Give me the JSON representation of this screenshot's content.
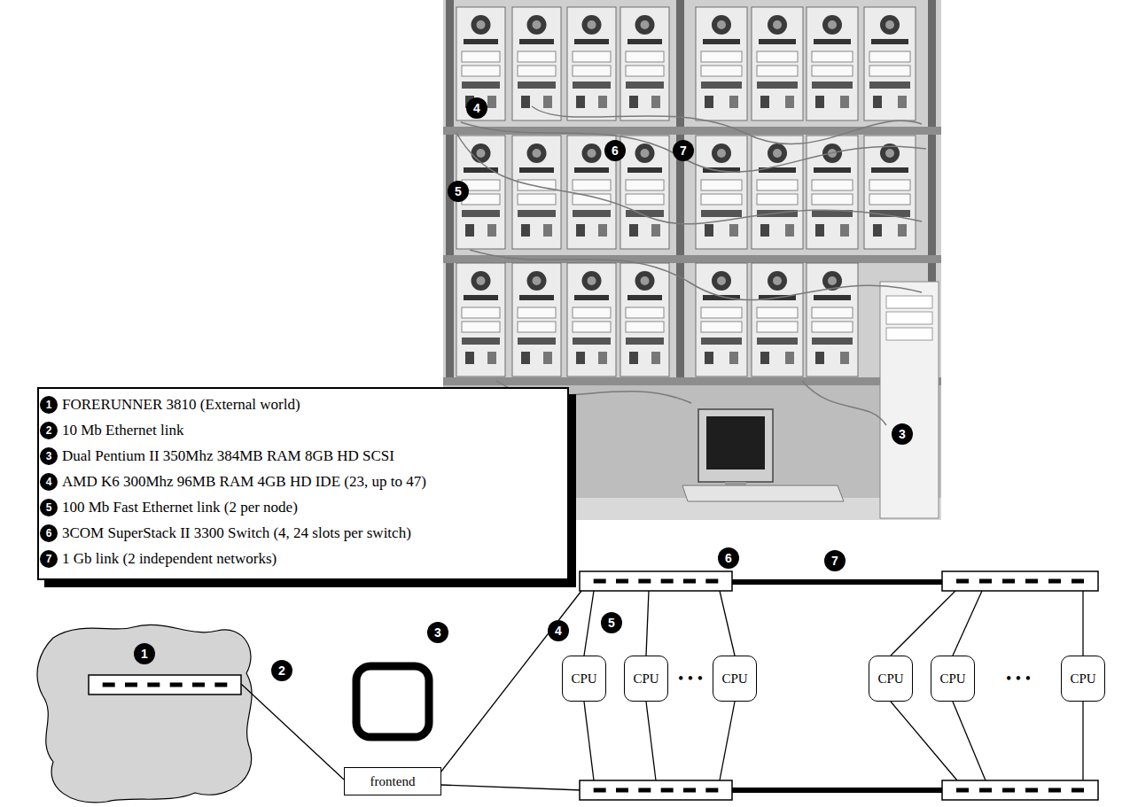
{
  "diagram": {
    "nodes": [
      {
        "text": [
          "frontend"
        ]
      },
      {
        "text": [
          "CPU"
        ]
      },
      {
        "text": [
          "CPU"
        ]
      },
      {
        "text": [
          "CPU"
        ]
      },
      {
        "text": [
          "CPU"
        ]
      },
      {
        "text": [
          "CPU"
        ]
      },
      {
        "text": [
          "CPU"
        ]
      }
    ],
    "labels": [
      "4",
      "6",
      "7",
      "5",
      "3",
      "1",
      "2",
      "3",
      "4",
      "5",
      "6",
      "7",
      "1",
      "2",
      "3",
      "6",
      "7",
      "5",
      "4",
      "• • •",
      "• • •"
    ],
    "legend": [
      {
        "text": "FORERUNNER 3810 (External world)"
      },
      {
        "text": "10 Mb Ethernet link"
      },
      {
        "text": "Dual Pentium II 350Mhz 384MB RAM 8GB HD SCSI"
      },
      {
        "text": "AMD K6 300Mhz 96MB RAM 4GB HD IDE (23, up to 47)"
      },
      {
        "text": "100 Mb Fast Ethernet link (2 per node)"
      },
      {
        "text": "3COM SuperStack II 3300 Switch (4, 24 slots per switch)"
      },
      {
        "text": "1 Gb link (2 independent networks)"
      }
    ]
  }
}
